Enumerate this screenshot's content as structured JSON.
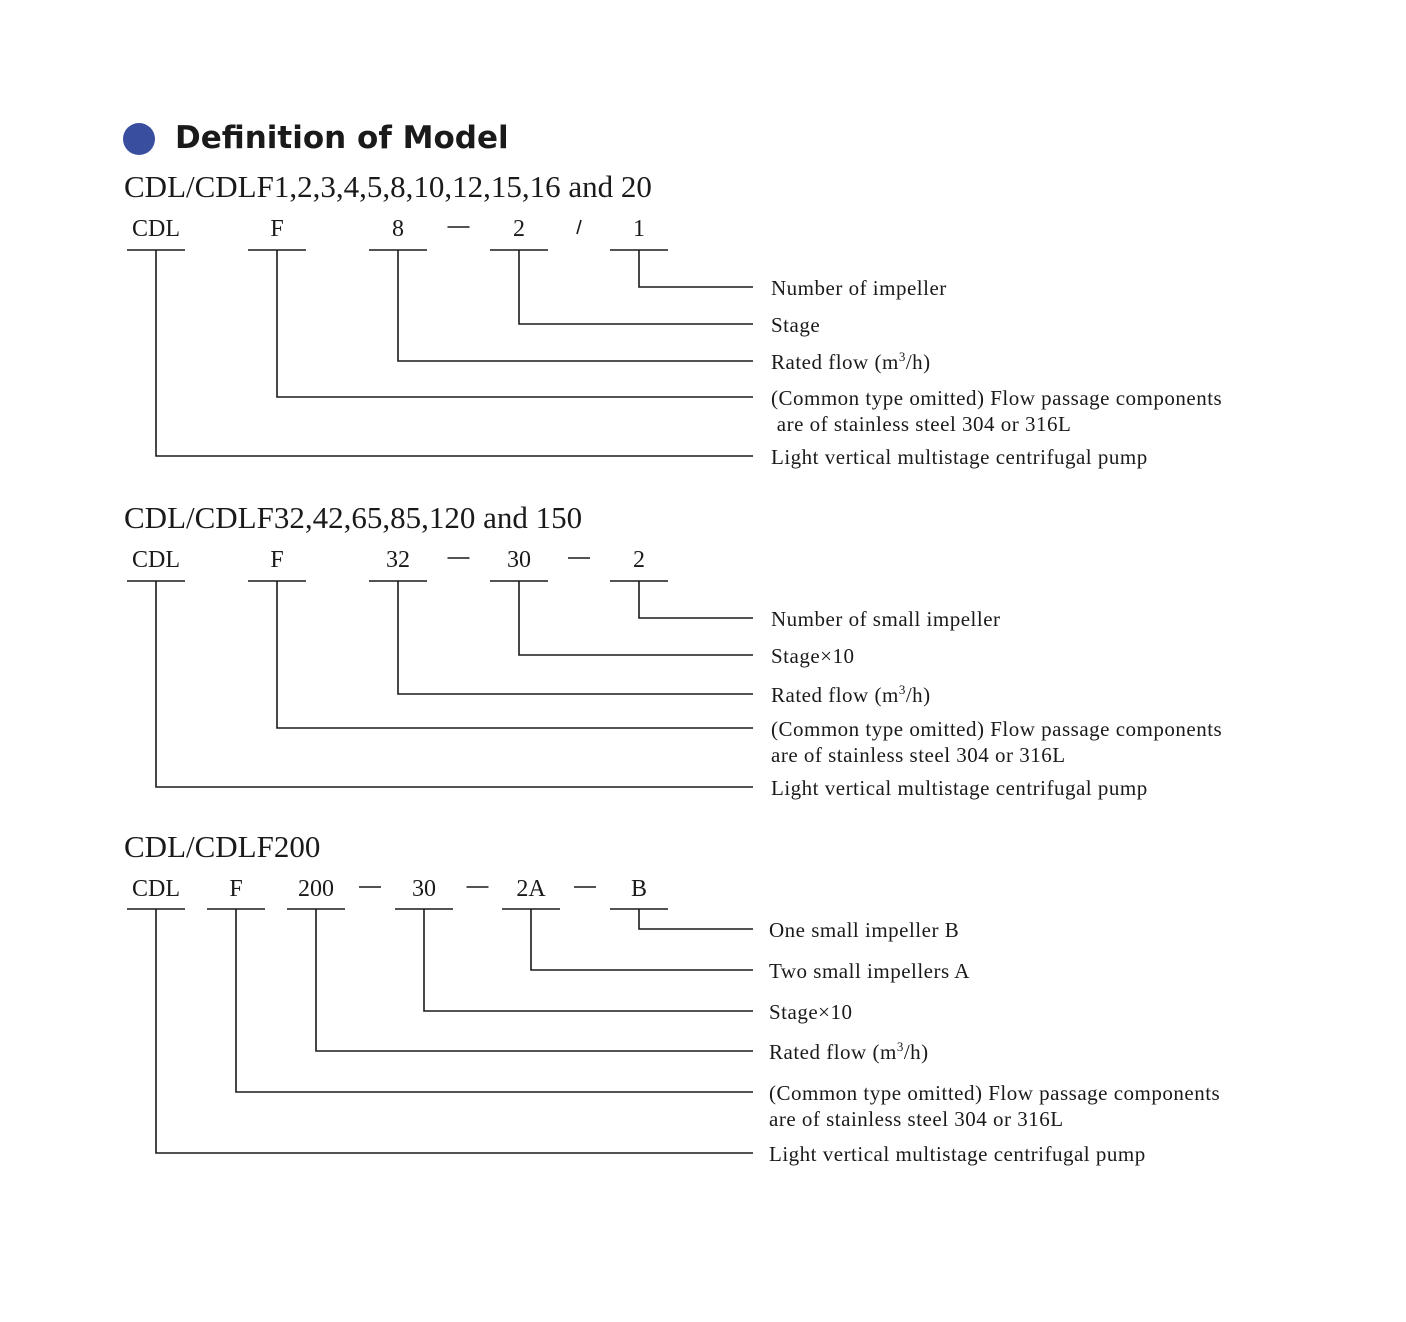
{
  "heading": {
    "title": "Definition of Model",
    "bullet_color": "#3a4ea0"
  },
  "sections": [
    {
      "title": "CDL/CDLF1,2,3,4,5,8,10,12,15,16 and 20",
      "codes": [
        "CDL",
        "F",
        "8",
        "2",
        "1"
      ],
      "separators": [
        "",
        "",
        "dash",
        "slash"
      ],
      "descriptions": [
        [
          "Number of impeller"
        ],
        [
          "Stage"
        ],
        [
          "Rated flow (m",
          "3",
          "/h)"
        ],
        [
          "(Common type omitted) Flow passage components",
          " are of stainless steel 304 or 316L"
        ],
        [
          "Light vertical multistage centrifugal pump"
        ]
      ]
    },
    {
      "title": "CDL/CDLF32,42,65,85,120 and 150",
      "codes": [
        "CDL",
        "F",
        "32",
        "30",
        "2"
      ],
      "separators": [
        "",
        "",
        "dash",
        "dash"
      ],
      "descriptions": [
        [
          "Number of small impeller"
        ],
        [
          "Stage×10"
        ],
        [
          "Rated flow (m",
          "3",
          "/h)"
        ],
        [
          "(Common type omitted) Flow passage components",
          "are of stainless steel 304 or 316L"
        ],
        [
          "Light vertical multistage centrifugal pump"
        ]
      ]
    },
    {
      "title": "CDL/CDLF200",
      "codes": [
        "CDL",
        "F",
        "200",
        "30",
        "2A",
        "B"
      ],
      "separators": [
        "",
        "",
        "dash",
        "dash",
        "dash"
      ],
      "descriptions": [
        [
          "One small impeller B"
        ],
        [
          "Two small impellers A"
        ],
        [
          "Stage×10"
        ],
        [
          "Rated flow (m",
          "3",
          "/h)"
        ],
        [
          "(Common type omitted) Flow passage components",
          "are of stainless steel 304 or 316L"
        ],
        [
          "Light vertical multistage centrifugal pump"
        ]
      ]
    }
  ]
}
